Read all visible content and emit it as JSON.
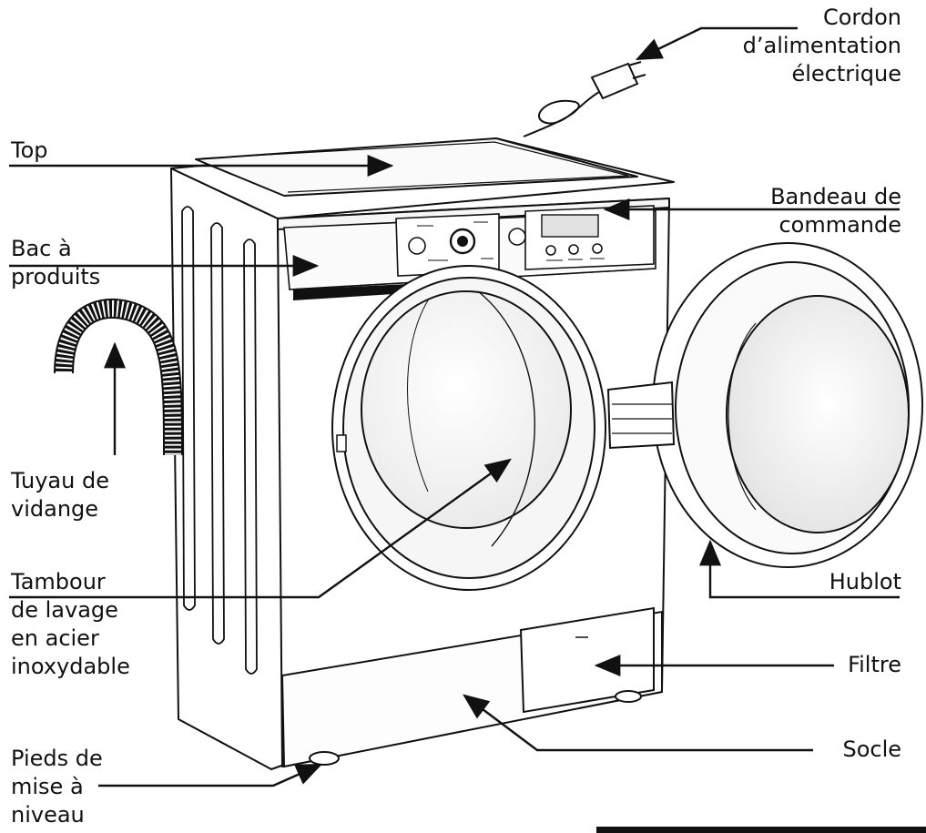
{
  "labels": {
    "power_cord": "Cordon\nd’alimentation\nélectrique",
    "top": "Top",
    "control_panel": "Bandeau de\ncommande",
    "detergent_drawer": "Bac à\nproduits",
    "drain_hose": "Tuyau de\nvidange",
    "drum": "Tambour\nde lavage\nen acier\ninoxydable",
    "door": "Hublot",
    "filter": "Filtre",
    "plinth": "Socle",
    "feet": "Pieds de\nmise à\nniveau"
  },
  "colors": {
    "line": "#111111",
    "fill": "#ffffff",
    "shade": "#f1f1f1"
  }
}
